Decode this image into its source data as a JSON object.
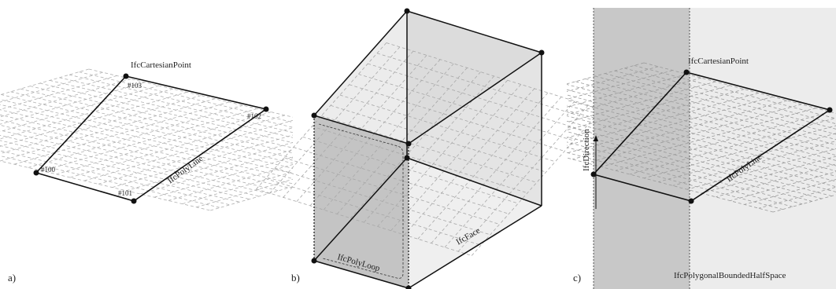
{
  "figure": {
    "panels": [
      {
        "id": "a",
        "label": "a)",
        "entity_label": "IfcCartesianPoint",
        "polyline_label": "IfcPolyLine",
        "points": [
          "#100",
          "#101",
          "#102",
          "#103"
        ]
      },
      {
        "id": "b",
        "label": "b)",
        "face_label": "IfcFace",
        "loop_label": "IfcPolyLoop"
      },
      {
        "id": "c",
        "label": "c)",
        "entity_label": "IfcCartesianPoint",
        "polyline_label": "IfcPolyLine",
        "direction_label": "IfcDirection",
        "halfspace_label": "IfcPolygonalBoundedHalfSpace"
      }
    ]
  }
}
